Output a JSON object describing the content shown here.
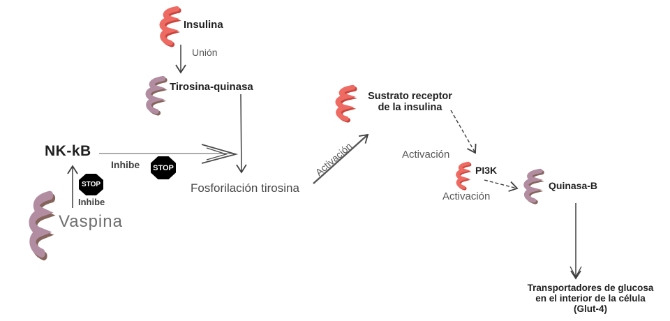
{
  "diagram": {
    "labels": {
      "insulina": "Insulina",
      "union": "Unión",
      "tirosina_quinasa": "Tirosina-quinasa",
      "nk_kb": "NK-kB",
      "inhibe_1": "Inhibe",
      "inhibe_2": "Inhibe",
      "vaspina": "Vaspina",
      "fosforilacion": "Fosforilación tirosina",
      "activacion_diagonal": "Activación",
      "sustrato_linea1": "Sustrato receptor",
      "sustrato_linea2": "de la insulina",
      "activacion_2": "Activación",
      "pi3k": "PI3K",
      "activacion_3": "Activación",
      "quinasa_b": "Quinasa-B",
      "glut4_linea1": "Transportadores de glucosa",
      "glut4_linea2": "en el interior de la célula",
      "glut4_linea3": "(Glut-4)"
    },
    "stop_sign": {
      "label": "STOP"
    },
    "icons": {
      "insulina": "red-ribbon-icon",
      "tirosina_quinasa": "purple-ribbon-icon",
      "vaspina": "purple-ribbon-icon",
      "sustrato_receptor": "red-ribbon-icon",
      "pi3k": "red-ribbon-icon",
      "quinasa_b": "purple-ribbon-icon",
      "inhibicion": "stop-octagon-icon"
    },
    "colors": {
      "red_ribbon": "#ee6b63",
      "red_ribbon_shade": "#c9463f",
      "purple_ribbon": "#b28da2",
      "purple_ribbon_shade": "#85645c",
      "arrow": "#3d3d3d",
      "stop_background": "#000000",
      "stop_text": "#ffffff",
      "label_black": "#1f1f1f",
      "label_gray": "#575757"
    },
    "edges": [
      {
        "from": "Insulina",
        "to": "Tirosina-quinasa",
        "relation": "Unión"
      },
      {
        "from": "Tirosina-quinasa",
        "to": "Fosforilación tirosina",
        "relation": ""
      },
      {
        "from": "NK-kB",
        "to": "Fosforilación tirosina",
        "relation": "Inhibe"
      },
      {
        "from": "Vaspina",
        "to": "NK-kB",
        "relation": "Inhibe"
      },
      {
        "from": "Fosforilación tirosina",
        "to": "Sustrato receptor de la insulina",
        "relation": "Activación"
      },
      {
        "from": "Sustrato receptor de la insulina",
        "to": "PI3K",
        "relation": "Activación"
      },
      {
        "from": "PI3K",
        "to": "Quinasa-B",
        "relation": "Activación"
      },
      {
        "from": "Quinasa-B",
        "to": "Transportadores de glucosa en el interior de la célula (Glut-4)",
        "relation": ""
      }
    ]
  }
}
